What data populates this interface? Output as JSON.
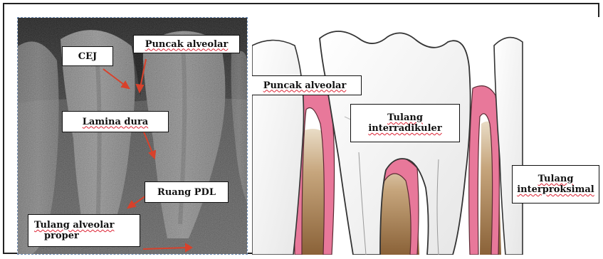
{
  "xray_labels": {
    "cej": "CEJ",
    "puncak_alveolar": "Puncak alveolar",
    "lamina_dura": "Lamina dura",
    "ruang_pdl": "Ruang PDL",
    "tulang_alveolar_proper_line1": "Tulang alveolar",
    "tulang_alveolar_proper_line2": "proper"
  },
  "illustration_labels": {
    "puncak_alveolar": "Puncak alveolar",
    "tulang_interradikuler_line1": "Tulang",
    "tulang_interradikuler_line2": "interradikuler",
    "tulang_interproksimal_line1": "Tulang",
    "tulang_interproksimal_line2": "interproksimal"
  },
  "colors": {
    "arrow": "#d8412b",
    "gingiva_pink": "#e8789a",
    "bone_brown": "#9a7248",
    "panel_border": "#222222"
  }
}
